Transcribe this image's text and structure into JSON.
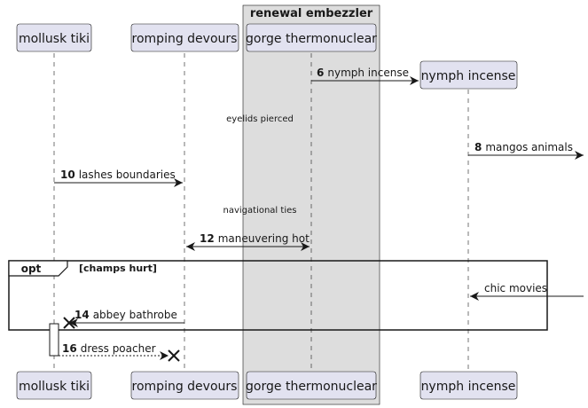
{
  "box": {
    "title": "renewal embezzler"
  },
  "participants": {
    "p1": "mollusk tiki",
    "p2": "romping devours",
    "p3": "gorge thermonuclear",
    "p4": "nymph incense"
  },
  "messages": {
    "m6": {
      "num": "6",
      "text": "nymph incense"
    },
    "m8": {
      "num": "8",
      "text": "mangos animals"
    },
    "m10": {
      "num": "10",
      "text": "lashes boundaries"
    },
    "m12": {
      "num": "12",
      "text": "maneuvering hot"
    },
    "m_in": {
      "text": "chic movies"
    },
    "m14": {
      "num": "14",
      "text": "abbey bathrobe"
    },
    "m16": {
      "num": "16",
      "text": "dress poacher"
    }
  },
  "delays": {
    "d1": "eyelids pierced",
    "d2": "navigational ties"
  },
  "fragment": {
    "keyword": "opt",
    "condition": "[champs hurt]"
  },
  "colors": {
    "participant_fill": "#E2E2F0",
    "participant_stroke": "#181818",
    "box_fill": "#DDDDDD",
    "line": "#181818"
  }
}
